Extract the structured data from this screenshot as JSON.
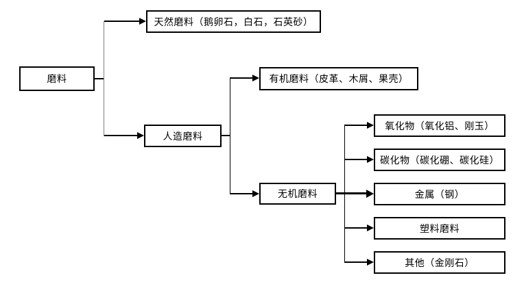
{
  "diagram": {
    "title": "abrasive-classification-flowchart",
    "colors": {
      "background": "#ffffff",
      "box_border": "#000000",
      "arrow": "#000000",
      "level1_trunk": "#808080"
    },
    "tree": {
      "label": "磨料",
      "children": [
        {
          "label": "天然磨料（鹅卵石，白石，石英砂）",
          "children": []
        },
        {
          "label": "人造磨料",
          "children": [
            {
              "label": "有机磨料（皮革、木屑、果壳）",
              "children": []
            },
            {
              "label": "无机磨料",
              "children": [
                {
                  "label": "氧化物（氧化铝、刚玉）"
                },
                {
                  "label": "碳化物（碳化硼、碳化硅）"
                },
                {
                  "label": "金属（钢）"
                },
                {
                  "label": "塑料磨料"
                },
                {
                  "label": "其他（金刚石）"
                }
              ]
            }
          ]
        }
      ]
    }
  }
}
